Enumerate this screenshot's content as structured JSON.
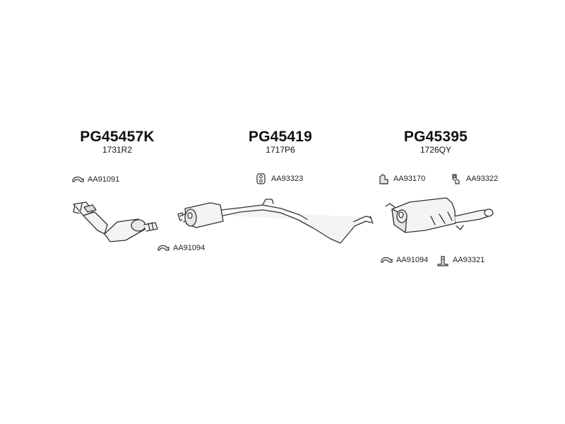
{
  "groups": [
    {
      "part_number": "PG45457K",
      "oem_ref": "1731R2"
    },
    {
      "part_number": "PG45419",
      "oem_ref": "1717P6"
    },
    {
      "part_number": "PG45395",
      "oem_ref": "1726QY"
    }
  ],
  "accessories": {
    "a1": {
      "code": "AA91091",
      "icon": "clamp-icon"
    },
    "a2": {
      "code": "AA91094",
      "icon": "clamp-icon"
    },
    "b1": {
      "code": "AA93323",
      "icon": "rubber-mount-icon"
    },
    "c1": {
      "code": "AA93170",
      "icon": "bracket-icon"
    },
    "c2": {
      "code": "AA93322",
      "icon": "hanger-icon"
    },
    "c3": {
      "code": "AA91094",
      "icon": "clamp-icon"
    },
    "c4": {
      "code": "AA93321",
      "icon": "mounting-bracket-icon"
    }
  },
  "colors": {
    "line": "#333333",
    "fill": "#f4f4f4",
    "shade": "#bdbdbd"
  }
}
